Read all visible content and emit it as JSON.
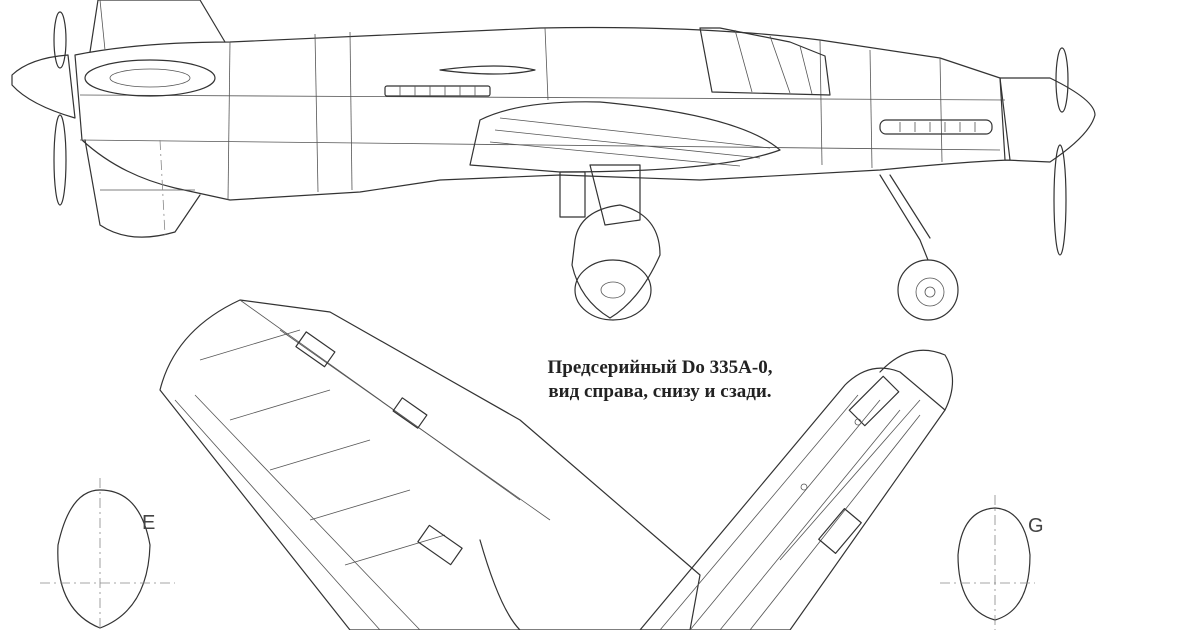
{
  "caption": {
    "line1": "Предсерийный Do 335A-0,",
    "line2": "вид справа, снизу и сзади."
  },
  "sections": {
    "e": "E",
    "g": "G"
  },
  "colors": {
    "line": "#333333",
    "background": "#ffffff"
  }
}
